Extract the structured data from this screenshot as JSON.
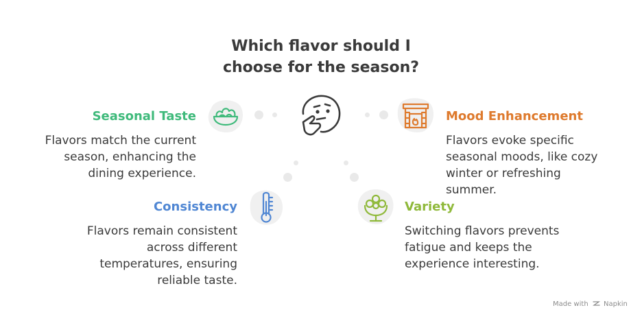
{
  "title": {
    "line1": "Which flavor should I",
    "line2": "choose for the season?"
  },
  "colors": {
    "seasonal_taste": "#3fba7b",
    "mood_enhancement": "#de7a2d",
    "consistency": "#4f86d3",
    "variety": "#8fb93a",
    "text": "#3a3a3a",
    "dots": "#e9e9e9"
  },
  "items": {
    "seasonal_taste": {
      "heading": "Seasonal Taste",
      "lines": [
        "Flavors match the current",
        "season, enhancing the",
        "dining experience."
      ],
      "icon": "salad-bowl-icon"
    },
    "mood_enhancement": {
      "heading": "Mood Enhancement",
      "lines": [
        "Flavors evoke specific",
        "seasonal moods, like cozy",
        "winter or refreshing",
        "summer."
      ],
      "icon": "fireplace-icon"
    },
    "consistency": {
      "heading": "Consistency",
      "lines": [
        "Flavors remain consistent",
        "across different",
        "temperatures, ensuring",
        "reliable taste."
      ],
      "icon": "thermometer-icon"
    },
    "variety": {
      "heading": "Variety",
      "lines": [
        "Switching flavors prevents",
        "fatigue and keeps the",
        "experience interesting."
      ],
      "icon": "flower-bouquet-icon"
    }
  },
  "center_icon": "thinking-face-icon",
  "footer": {
    "made_with": "Made with",
    "brand": "Napkin"
  }
}
